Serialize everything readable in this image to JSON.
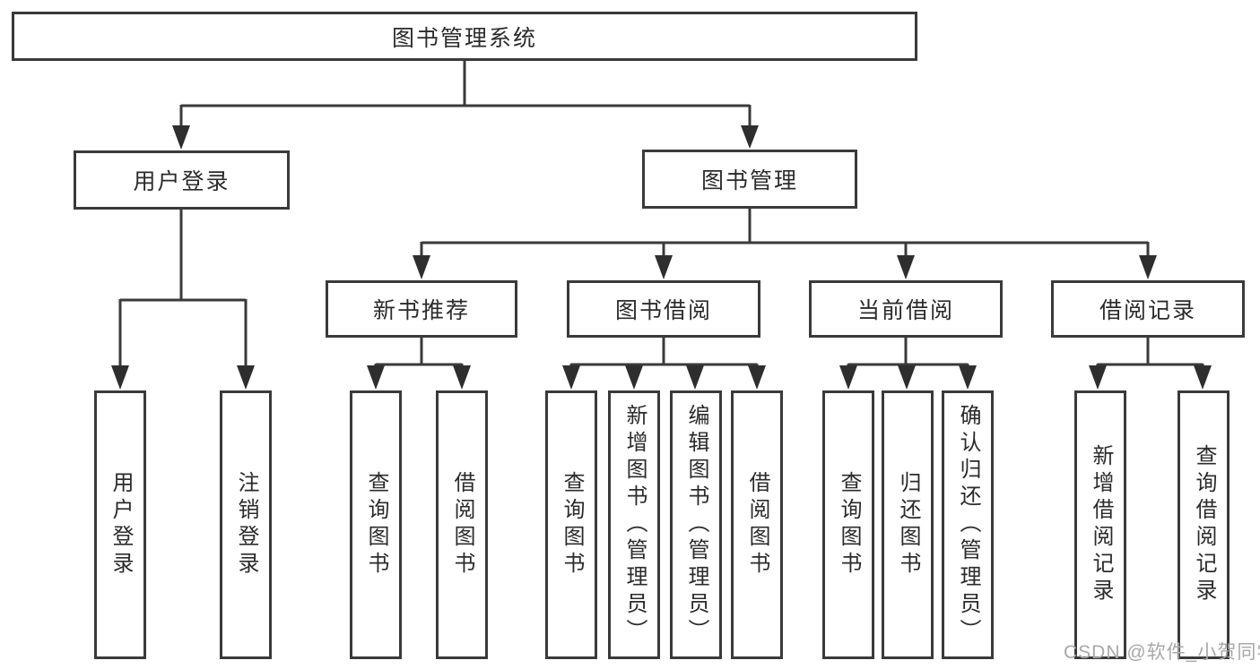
{
  "diagram": {
    "root": "图书管理系统",
    "branches": {
      "login": {
        "label": "用户登录",
        "children": [
          "用户登录",
          "注销登录"
        ]
      },
      "management": {
        "label": "图书管理",
        "children": {
          "recommend": {
            "label": "新书推荐",
            "children": [
              "查询图书",
              "借阅图书"
            ]
          },
          "borrow": {
            "label": "图书借阅",
            "children": [
              "查询图书",
              "新增图书（管理员）",
              "编辑图书（管理员）",
              "借阅图书"
            ]
          },
          "current": {
            "label": "当前借阅",
            "children": [
              "查询图书",
              "归还图书",
              "确认归还（管理员）"
            ]
          },
          "records": {
            "label": "借阅记录",
            "children": [
              "新增借阅记录",
              "查询借阅记录"
            ]
          }
        }
      }
    }
  },
  "watermark": "CSDN @软件_小贺同学",
  "colors": {
    "line": "#3a3a3a",
    "arrow": "#2e2e2e",
    "text": "#2b2b2b",
    "watermark": "#a8a8a8",
    "background": "#ffffff"
  }
}
